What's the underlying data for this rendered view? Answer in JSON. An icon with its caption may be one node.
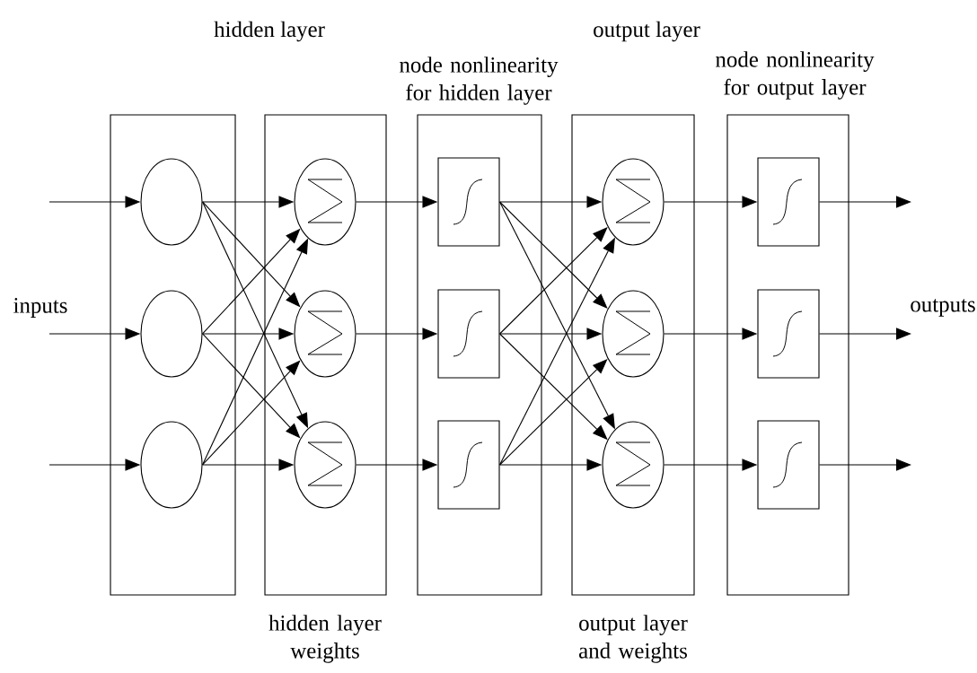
{
  "diagram": {
    "nodes": [
      {
        "text": [],
        "shape": "box"
      },
      {
        "text": [],
        "shape": "box"
      },
      {
        "text": [],
        "shape": "box"
      },
      {
        "text": [],
        "shape": "box"
      },
      {
        "text": [],
        "shape": "box"
      },
      {
        "text": [],
        "shape": "circle",
        "in": 0
      },
      {
        "text": [],
        "shape": "circle",
        "in": 0
      },
      {
        "text": [],
        "shape": "circle",
        "in": 0
      },
      {
        "text": [],
        "shape": "circle",
        "in": 1
      },
      {
        "text": [],
        "shape": "circle",
        "in": 1
      },
      {
        "text": [],
        "shape": "circle",
        "in": 1
      },
      {
        "text": [],
        "shape": "box",
        "in": 2
      },
      {
        "text": [],
        "shape": "box",
        "in": 2
      },
      {
        "text": [],
        "shape": "box",
        "in": 2
      },
      {
        "text": [],
        "shape": "circle",
        "in": 3
      },
      {
        "text": [],
        "shape": "circle",
        "in": 3
      },
      {
        "text": [],
        "shape": "circle",
        "in": 3
      },
      {
        "text": [],
        "shape": "box",
        "in": 4
      },
      {
        "text": [],
        "shape": "box",
        "in": 4
      },
      {
        "text": [],
        "shape": "box",
        "in": 4
      }
    ],
    "edges": [
      {
        "from": null,
        "to": 5,
        "arrow": "to"
      },
      {
        "from": null,
        "to": 6,
        "arrow": "to"
      },
      {
        "from": null,
        "to": 7,
        "arrow": "to"
      },
      {
        "from": 5,
        "to": 8,
        "arrow": "to"
      },
      {
        "from": 5,
        "to": 9,
        "arrow": "to"
      },
      {
        "from": 5,
        "to": 10,
        "arrow": "to"
      },
      {
        "from": 6,
        "to": 8,
        "arrow": "to"
      },
      {
        "from": 6,
        "to": 9,
        "arrow": "to"
      },
      {
        "from": 6,
        "to": 10,
        "arrow": "to"
      },
      {
        "from": 7,
        "to": 8,
        "arrow": "to"
      },
      {
        "from": 7,
        "to": 9,
        "arrow": "to"
      },
      {
        "from": 7,
        "to": 10,
        "arrow": "to"
      },
      {
        "from": 8,
        "to": 11,
        "arrow": "to"
      },
      {
        "from": 9,
        "to": 12,
        "arrow": "to"
      },
      {
        "from": 10,
        "to": 13,
        "arrow": "to"
      },
      {
        "from": 11,
        "to": 14,
        "arrow": "to"
      },
      {
        "from": 11,
        "to": 15,
        "arrow": "to"
      },
      {
        "from": 11,
        "to": 16,
        "arrow": "to"
      },
      {
        "from": 12,
        "to": 14,
        "arrow": "to"
      },
      {
        "from": 12,
        "to": 15,
        "arrow": "to"
      },
      {
        "from": 12,
        "to": 16,
        "arrow": "to"
      },
      {
        "from": 13,
        "to": 14,
        "arrow": "to"
      },
      {
        "from": 13,
        "to": 15,
        "arrow": "to"
      },
      {
        "from": 13,
        "to": 16,
        "arrow": "to"
      },
      {
        "from": 14,
        "to": 17,
        "arrow": "to"
      },
      {
        "from": 15,
        "to": 18,
        "arrow": "to"
      },
      {
        "from": 16,
        "to": 19,
        "arrow": "to"
      },
      {
        "from": 17,
        "to": null,
        "arrow": "to"
      },
      {
        "from": 18,
        "to": null,
        "arrow": "to"
      },
      {
        "from": 19,
        "to": null,
        "arrow": "to"
      }
    ],
    "labels": [
      "hidden layer",
      "output layer",
      "node nonlinearity for hidden layer",
      "node nonlinearity for output layer",
      "inputs",
      "outputs",
      "hidden layer weights",
      "output layer and weights"
    ]
  }
}
